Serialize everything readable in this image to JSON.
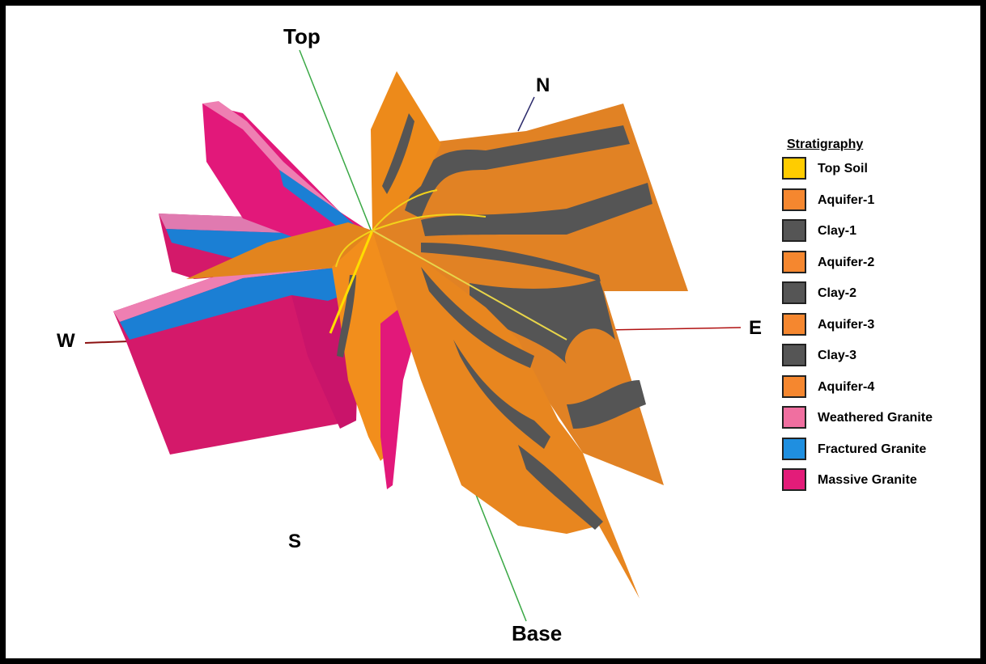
{
  "axes": {
    "top": "Top",
    "base": "Base",
    "north": "N",
    "south": "S",
    "east": "E",
    "west": "W"
  },
  "legend": {
    "title": "Stratigraphy",
    "items": [
      {
        "label": "Top Soil",
        "color": "#FFCC00"
      },
      {
        "label": "Aquifer-1",
        "color": "#F5872F"
      },
      {
        "label": "Clay-1",
        "color": "#555555"
      },
      {
        "label": "Aquifer-2",
        "color": "#F5872F"
      },
      {
        "label": "Clay-2",
        "color": "#555555"
      },
      {
        "label": "Aquifer-3",
        "color": "#F5872F"
      },
      {
        "label": "Clay-3",
        "color": "#555555"
      },
      {
        "label": "Aquifer-4",
        "color": "#F5872F"
      },
      {
        "label": "Weathered Granite",
        "color": "#F06FA0"
      },
      {
        "label": "Fractured Granite",
        "color": "#1F8FE0"
      },
      {
        "label": "Massive Granite",
        "color": "#E31C79"
      }
    ]
  }
}
